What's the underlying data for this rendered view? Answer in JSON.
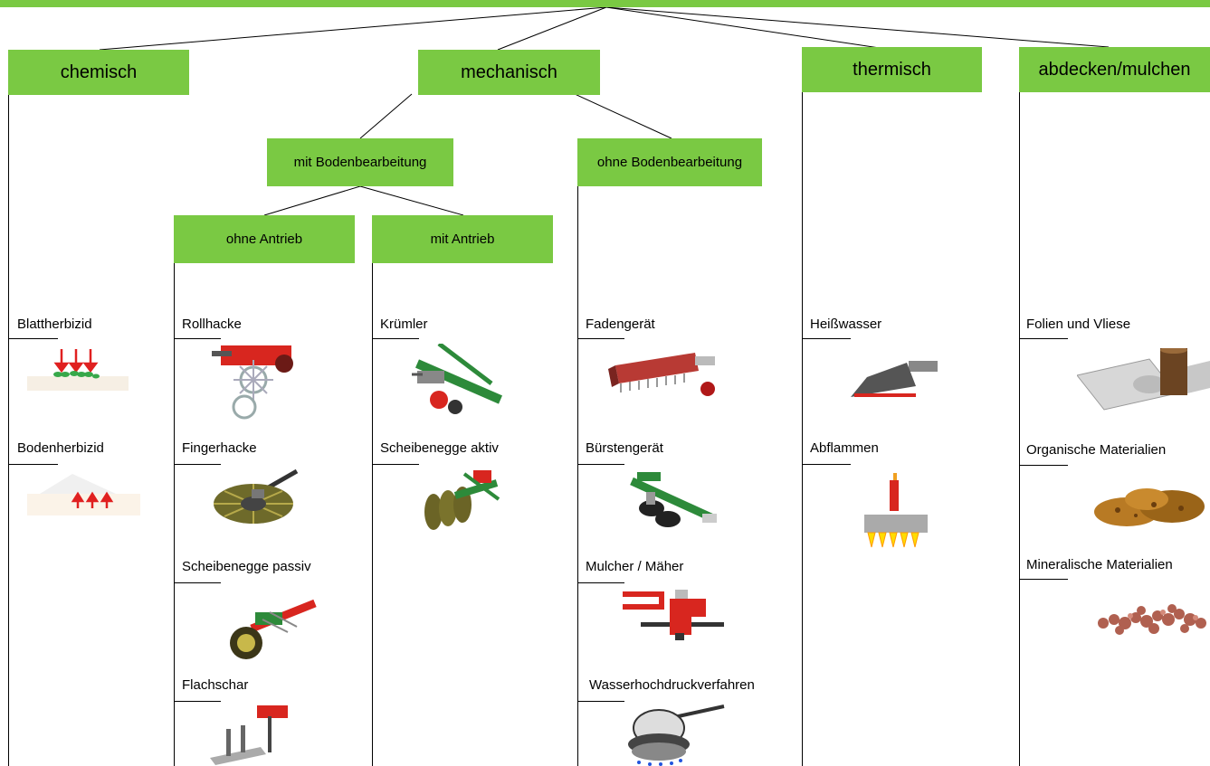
{
  "root_bar": "",
  "categories": {
    "chemisch": "chemisch",
    "mechanisch": "mechanisch",
    "thermisch": "thermisch",
    "abdecken": "abdecken/mulchen"
  },
  "mechanisch_sub": {
    "mit_boden": "mit Bodenbearbeitung",
    "ohne_boden": "ohne Bodenbearbeitung",
    "ohne_antrieb": "ohne Antrieb",
    "mit_antrieb": "mit Antrieb"
  },
  "items": {
    "chemisch": [
      "Blattherbizid",
      "Bodenherbizid"
    ],
    "ohne_antrieb": [
      "Rollhacke",
      "Fingerhacke",
      "Scheibenegge passiv",
      "Flachschar"
    ],
    "mit_antrieb": [
      "Krümler",
      "Scheibenegge aktiv"
    ],
    "ohne_boden": [
      "Fadengerät",
      "Bürstengerät",
      "Mulcher / Mäher",
      "Wasserhochdruckverfahren"
    ],
    "thermisch": [
      "Heißwasser",
      "Abflammen"
    ],
    "abdecken": [
      "Folien und Vliese",
      "Organische Materialien",
      "Mineralische Materialien"
    ]
  },
  "colors": {
    "box": "#7ac943",
    "line": "#000000"
  }
}
